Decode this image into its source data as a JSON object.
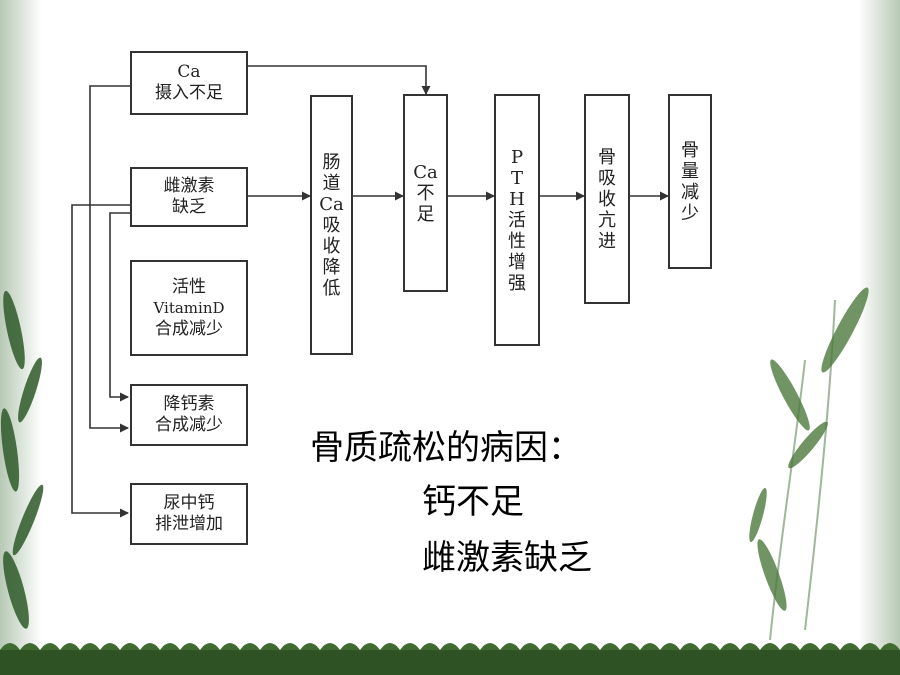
{
  "diagram": {
    "nodes": {
      "ca_intake": [
        "Ca",
        "摄入不足"
      ],
      "estrogen": [
        "雌激素",
        "缺乏"
      ],
      "vitd": [
        "活性",
        "VitaminD",
        "合成减少"
      ],
      "calcitonin": [
        "降钙素",
        "合成减少"
      ],
      "urine": [
        "尿中钙",
        "排泄增加"
      ],
      "gut": "肠\n道\nCa\n吸\n收\n降\n低",
      "ca_low": "Ca\n不\n足",
      "pth": "P\nT\nH\n活\n性\n增\n强",
      "resorb": "骨\n吸\n收\n亢\n进",
      "mass": "骨\n量\n减\n少"
    }
  },
  "caption": {
    "title": "骨质疏松的病因：",
    "cause_1": "钙不足",
    "cause_2": "雌激素缺乏"
  }
}
